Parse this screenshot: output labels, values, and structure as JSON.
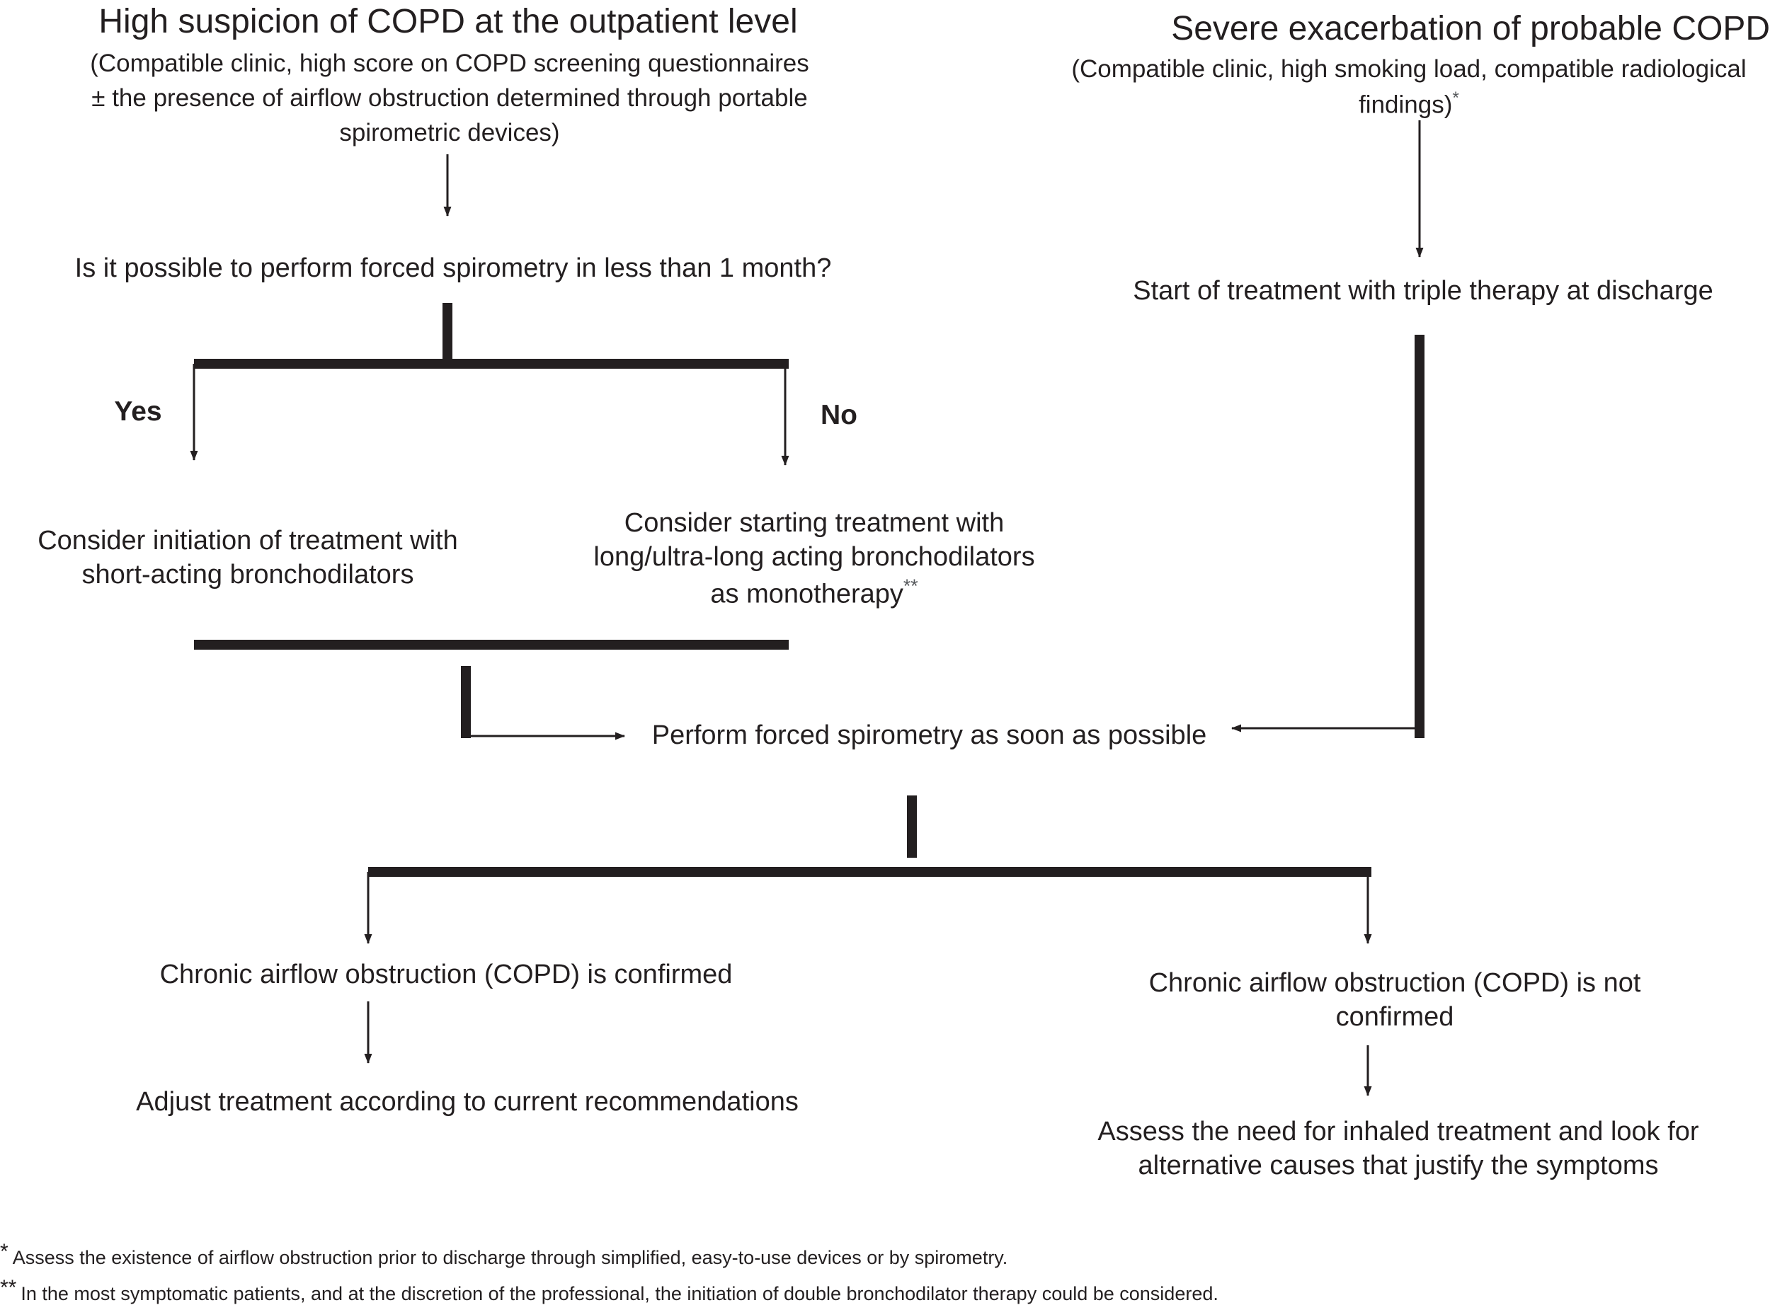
{
  "left_branch": {
    "title": "High suspicion of COPD at the outpatient level",
    "subtitle": "(Compatible clinic, high score on COPD screening questionnaires ± the presence of airflow obstruction determined through portable spirometric devices)",
    "question": "Is it possible to perform forced spirometry in less than 1 month?",
    "yes_label": "Yes",
    "no_label": "No",
    "yes_action": "Consider initiation of treatment with short-acting bronchodilators",
    "no_action_line1": "Consider starting treatment with",
    "no_action_line2": "long/ultra-long acting bronchodilators",
    "no_action_line3": "as monotherapy",
    "no_action_mark": "**"
  },
  "right_branch": {
    "title": "Severe exacerbation of probable COPD",
    "subtitle_line1": "(Compatible clinic, high smoking load, compatible radiological",
    "subtitle_line2": "findings)",
    "subtitle_mark": "*",
    "action": "Start of treatment with triple therapy at discharge"
  },
  "merge_step": "Perform forced spirometry as soon as possible",
  "outcomes": {
    "confirmed": "Chronic airflow obstruction (COPD) is confirmed",
    "confirmed_action": "Adjust treatment according to current recommendations",
    "not_confirmed": "Chronic airflow obstruction (COPD) is not confirmed",
    "not_confirmed_action": "Assess the need for inhaled treatment and look for alternative causes that justify the symptoms"
  },
  "footnotes": [
    {
      "mark": "*",
      "text": "Assess the existence of airflow obstruction prior to discharge through simplified, easy-to-use devices or by spirometry."
    },
    {
      "mark": "**",
      "text": "In the most symptomatic patients, and at the discretion of the professional, the initiation of double bronchodilator therapy could be considered."
    }
  ],
  "colors": {
    "ink": "#231f20",
    "background": "#ffffff"
  }
}
